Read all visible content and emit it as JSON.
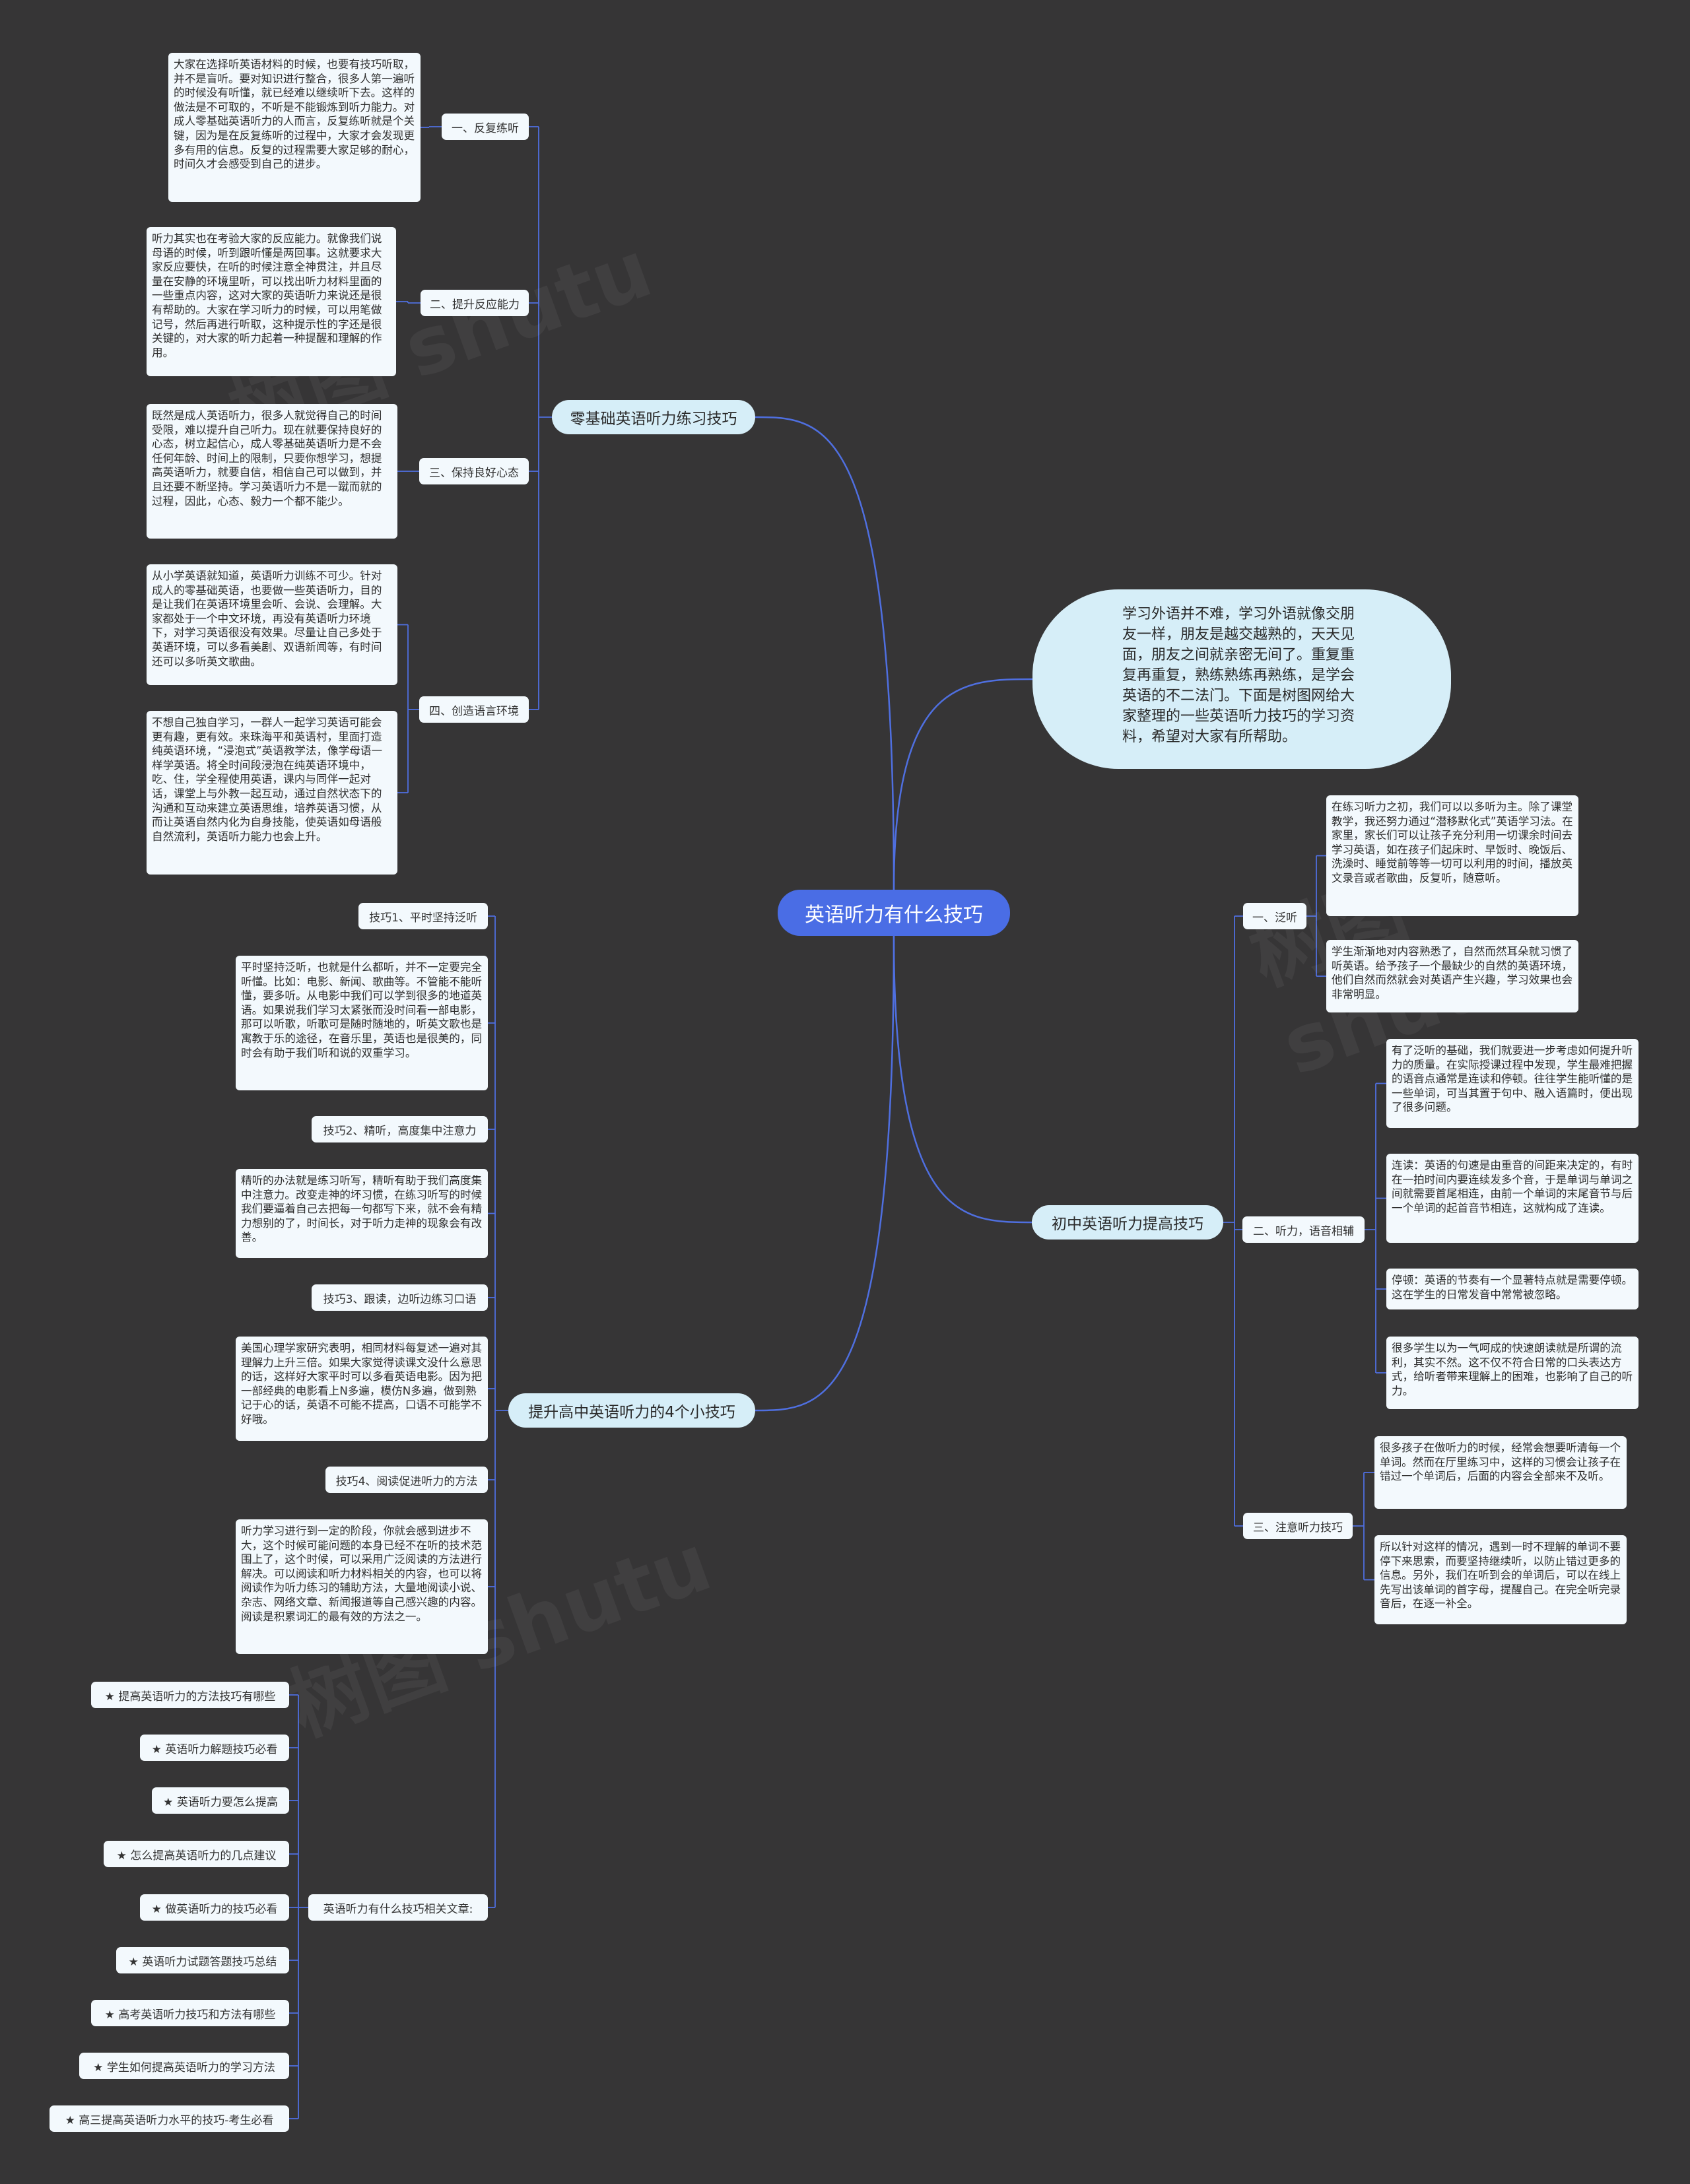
{
  "root": "英语听力有什么技巧",
  "intro": "学习外语并不难，学习外语就像交朋友一样，朋友是越交越熟的，天天见面，朋友之间就亲密无间了。重复重复再重复，熟练熟练再熟练，是学会英语的不二法门。下面是树图网给大家整理的一些英语听力技巧的学习资料，希望对大家有所帮助。",
  "branches": {
    "zero": {
      "label": "零基础英语听力练习技巧",
      "items": [
        {
          "tag": "一、反复练听",
          "texts": [
            "大家在选择听英语材料的时候，也要有技巧听取，并不是盲听。要对知识进行整合，很多人第一遍听的时候没有听懂，就已经难以继续听下去。这样的做法是不可取的，不听是不能锻炼到听力能力。对成人零基础英语听力的人而言，反复练听就是个关键，因为是在反复练听的过程中，大家才会发现更多有用的信息。反复的过程需要大家足够的耐心，时间久才会感受到自己的进步。"
          ]
        },
        {
          "tag": "二、提升反应能力",
          "texts": [
            "听力其实也在考验大家的反应能力。就像我们说母语的时候，听到跟听懂是两回事。这就要求大家反应要快，在听的时候注意全神贯注，并且尽量在安静的环境里听，可以找出听力材料里面的一些重点内容，这对大家的英语听力来说还是很有帮助的。大家在学习听力的时候，可以用笔做记号，然后再进行听取，这种提示性的字还是很关键的，对大家的听力起着一种提醒和理解的作用。"
          ]
        },
        {
          "tag": "三、保持良好心态",
          "texts": [
            "既然是成人英语听力，很多人就觉得自己的时间受限，难以提升自己听力。现在就要保持良好的心态，树立起信心，成人零基础英语听力是不会任何年龄、时间上的限制，只要你想学习，想提高英语听力，就要自信，相信自己可以做到，并且还要不断坚持。学习英语听力不是一蹴而就的过程，因此，心态、毅力一个都不能少。"
          ]
        },
        {
          "tag": "四、创造语言环境",
          "texts": [
            "从小学英语就知道，英语听力训练不可少。针对成人的零基础英语，也要做一些英语听力，目的是让我们在英语环境里会听、会说、会理解。大家都处于一个中文环境，再没有英语听力环境下，对学习英语很没有效果。尽量让自己多处于英语环境，可以多看美剧、双语新闻等，有时间还可以多听英文歌曲。",
            "不想自己独自学习，一群人一起学习英语可能会更有趣，更有效。来珠海平和英语村，里面打造纯英语环境，“浸泡式”英语教学法，像学母语一样学英语。将全时间段浸泡在纯英语环境中，吃、住，学全程使用英语，课内与同伴一起对话，课堂上与外教一起互动，通过自然状态下的沟通和互动来建立英语思维，培养英语习惯，从而让英语自然内化为自身技能，使英语如母语般自然流利，英语听力能力也会上升。"
          ]
        }
      ]
    },
    "junior": {
      "label": "初中英语听力提高技巧",
      "items": [
        {
          "tag": "一、泛听",
          "texts": [
            "在练习听力之初，我们可以以多听为主。除了课堂教学，我还努力通过“潜移默化式”英语学习法。在家里，家长们可以让孩子充分利用一切课余时间去学习英语，如在孩子们起床时、早饭时、晚饭后、洗澡时、睡觉前等等一切可以利用的时间，播放英文录音或者歌曲，反复听，随意听。",
            "学生渐渐地对内容熟悉了，自然而然耳朵就习惯了听英语。给予孩子一个最缺少的自然的英语环境，他们自然而然就会对英语产生兴趣，学习效果也会非常明显。"
          ]
        },
        {
          "tag": "二、听力，语音相辅",
          "texts": [
            "有了泛听的基础，我们就要进一步考虑如何提升听力的质量。在实际授课过程中发现，学生最难把握的语音点通常是连读和停顿。往往学生能听懂的是一些单词，可当其置于句中、融入语篇时，便出现了很多问题。",
            "连读：英语的句速是由重音的间距来决定的，有时在一拍时间内要连续发多个音，于是单词与单词之间就需要首尾相连，由前一个单词的末尾音节与后一个单词的起首音节相连，这就构成了连读。",
            "停顿：英语的节奏有一个显著特点就是需要停顿。这在学生的日常发音中常常被忽略。",
            "很多学生以为一气呵成的快速朗读就是所谓的流利，其实不然。这不仅不符合日常的口头表达方式，给听者带来理解上的困难，也影响了自己的听力。"
          ]
        },
        {
          "tag": "三、注意听力技巧",
          "texts": [
            "很多孩子在做听力的时候，经常会想要听清每一个单词。然而在厅里练习中，这样的习惯会让孩子在错过一个单词后，后面的内容会全部来不及听。",
            "所以针对这样的情况，遇到一时不理解的单词不要停下来思索，而要坚持继续听，以防止错过更多的信息。另外，我们在听到会的单词后，可以在线上先写出该单词的首字母，提醒自己。在完全听完录音后，在逐一补全。"
          ]
        }
      ]
    },
    "senior": {
      "label": "提升高中英语听力的4个小技巧",
      "items": [
        {
          "tag": "技巧1、平时坚持泛听",
          "text": "平时坚持泛听，也就是什么都听，并不一定要完全听懂。比如：电影、新闻、歌曲等。不管能不能听懂，要多听。从电影中我们可以学到很多的地道英语。如果说我们学习太紧张而没时间看一部电影，那可以听歌，听歌可是随时随地的，听英文歌也是寓教于乐的途径，在音乐里，英语也是很美的，同时会有助于我们听和说的双重学习。"
        },
        {
          "tag": "技巧2、精听，高度集中注意力",
          "text": "精听的办法就是练习听写，精听有助于我们高度集中注意力。改变走神的坏习惯，在练习听写的时候我们要逼着自己去把每一句都写下来，就不会有精力想别的了，时间长，对于听力走神的现象会有改善。"
        },
        {
          "tag": "技巧3、跟读，边听边练习口语",
          "text": "美国心理学家研究表明，相同材料每复述一遍对其理解力上升三倍。如果大家觉得读课文没什么意思的话，这样好大家平时可以多看英语电影。因为把一部经典的电影看上N多遍，模仿N多遍，做到熟记于心的话，英语不可能不提高，口语不可能学不好哦。"
        },
        {
          "tag": "技巧4、阅读促进听力的方法",
          "text": "听力学习进行到一定的阶段，你就会感到进步不大，这个时候可能问题的本身已经不在听的技术范围上了，这个时候，可以采用广泛阅读的方法进行解决。可以阅读和听力材料相关的内容，也可以将阅读作为听力练习的辅助方法，大量地阅读小说、杂志、网络文章、新闻报道等自己感兴趣的内容。阅读是积累词汇的最有效的方法之一。"
        }
      ]
    },
    "related": {
      "label": "英语听力有什么技巧相关文章:",
      "items": [
        "★ 提高英语听力的方法技巧有哪些",
        "★ 英语听力解题技巧必看",
        "★ 英语听力要怎么提高",
        "★ 怎么提高英语听力的几点建议",
        "★ 做英语听力的技巧必看",
        "★ 英语听力试题答题技巧总结",
        "★ 高考英语听力技巧和方法有哪些",
        "★ 学生如何提高英语听力的学习方法",
        "★ 高三提高英语听力水平的技巧-考生必看"
      ]
    }
  }
}
